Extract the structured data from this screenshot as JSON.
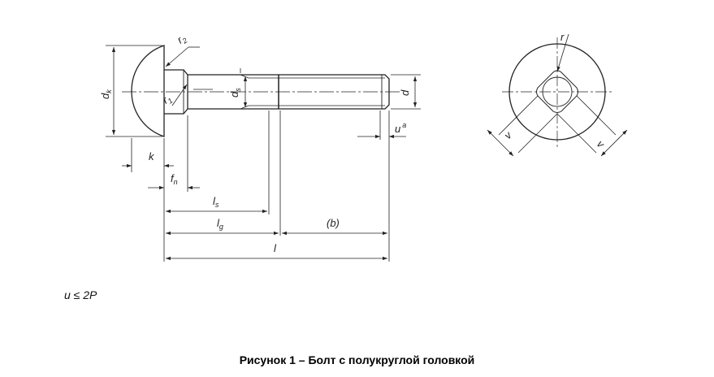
{
  "labels": {
    "dk": "d",
    "dk_sub": "k",
    "r2": "r",
    "r2_sub": "2",
    "r1": "r",
    "r1_sub": "1",
    "ds": "d",
    "ds_sub": "s",
    "d": "d",
    "u": "u",
    "u_sup": "a",
    "k": "k",
    "fn": "f",
    "fn_sub": "n",
    "ls": "l",
    "ls_sub": "s",
    "lg": "l",
    "lg_sub": "g",
    "b": "(b)",
    "l": "l",
    "r": "r",
    "v_left": "v",
    "v_right": "v"
  },
  "note": "u ≤ 2P",
  "caption": "Рисунок 1 – Болт с полукруглой головкой"
}
